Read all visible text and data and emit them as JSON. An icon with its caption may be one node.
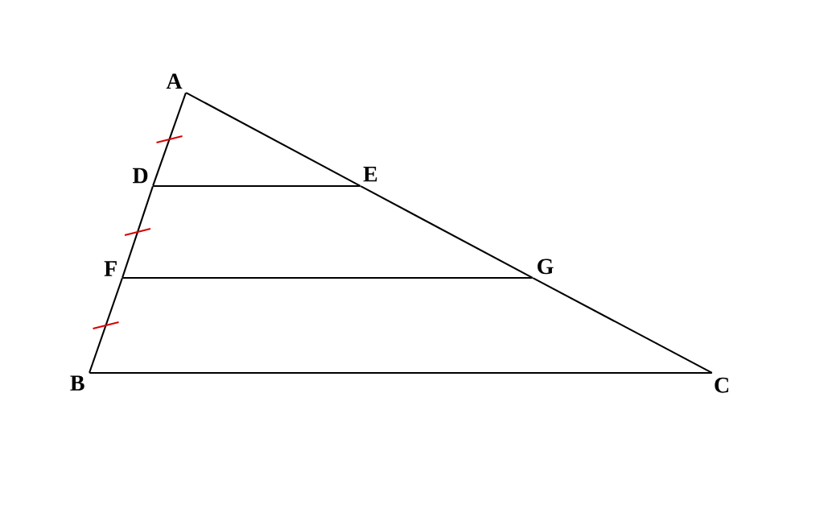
{
  "diagram": {
    "nodes": [
      {
        "text": [
          "A"
        ]
      },
      {
        "text": [
          "D"
        ]
      },
      {
        "text": [
          "E"
        ]
      },
      {
        "text": [
          "F"
        ]
      },
      {
        "text": [
          "G"
        ]
      },
      {
        "text": [
          "B"
        ]
      },
      {
        "text": [
          "C"
        ]
      }
    ],
    "edges": [
      {
        "from": 0,
        "to": 1,
        "arrow": "none"
      },
      {
        "from": 1,
        "to": 3,
        "arrow": "none"
      },
      {
        "from": 3,
        "to": 5,
        "arrow": "none"
      },
      {
        "from": 0,
        "to": 2,
        "arrow": "none"
      },
      {
        "from": 2,
        "to": 4,
        "arrow": "none"
      },
      {
        "from": 4,
        "to": 6,
        "arrow": "none"
      },
      {
        "from": 1,
        "to": 2,
        "arrow": "none"
      },
      {
        "from": 3,
        "to": 4,
        "arrow": "none"
      },
      {
        "from": 5,
        "to": 6,
        "arrow": "none"
      }
    ]
  }
}
